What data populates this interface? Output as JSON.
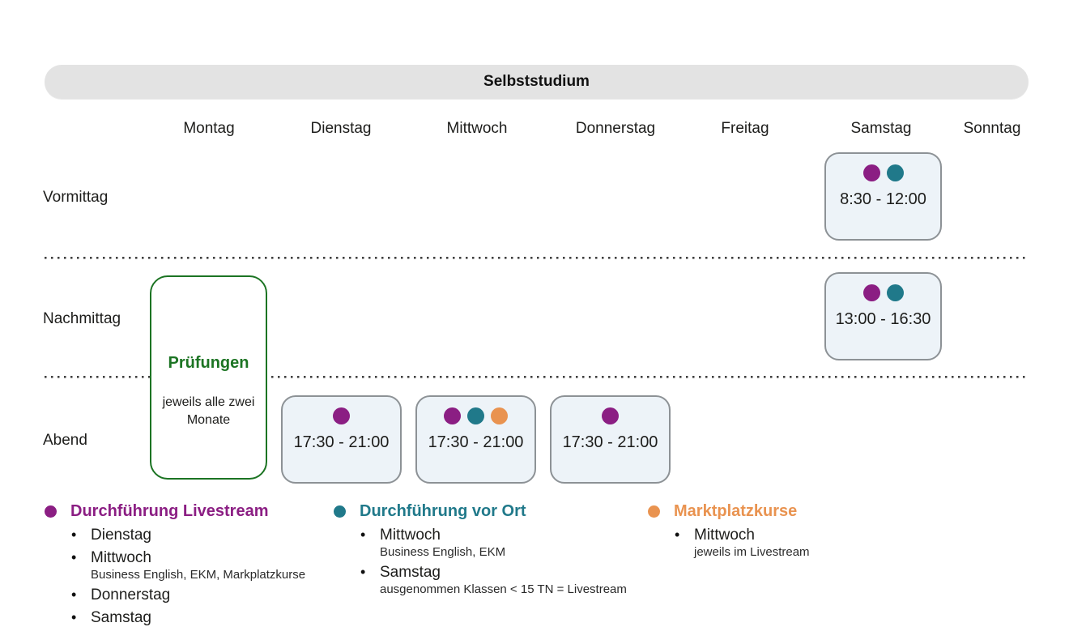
{
  "banner": {
    "title": "Selbststudium"
  },
  "days": [
    "Montag",
    "Dienstag",
    "Mittwoch",
    "Donnerstag",
    "Freitag",
    "Samstag",
    "Sonntag"
  ],
  "rows": [
    "Vormittag",
    "Nachmittag",
    "Abend"
  ],
  "events": [
    {
      "day": "Samstag",
      "slot": "Vormittag",
      "time": "8:30 - 12:00",
      "dots": [
        "livestream",
        "vorort"
      ]
    },
    {
      "day": "Samstag",
      "slot": "Nachmittag",
      "time": "13:00 - 16:30",
      "dots": [
        "livestream",
        "vorort"
      ]
    },
    {
      "day": "Dienstag",
      "slot": "Abend",
      "time": "17:30 - 21:00",
      "dots": [
        "livestream"
      ]
    },
    {
      "day": "Mittwoch",
      "slot": "Abend",
      "time": "17:30 - 21:00",
      "dots": [
        "livestream",
        "vorort",
        "marktplatz"
      ]
    },
    {
      "day": "Donnerstag",
      "slot": "Abend",
      "time": "17:30 - 21:00",
      "dots": [
        "livestream"
      ]
    }
  ],
  "exams": {
    "title": "Prüfungen",
    "note": "jeweils alle zwei Monate",
    "day": "Montag"
  },
  "legend": [
    {
      "title": "Durchführung Livestream",
      "color": "livestream",
      "items": [
        {
          "label": "Dienstag"
        },
        {
          "label": "Mittwoch",
          "note": "Business English, EKM, Markplatzkurse"
        },
        {
          "label": "Donnerstag"
        },
        {
          "label": "Samstag"
        }
      ]
    },
    {
      "title": "Durchführung vor Ort",
      "color": "vorort",
      "items": [
        {
          "label": "Mittwoch",
          "note": "Business English, EKM"
        },
        {
          "label": "Samstag",
          "note": "ausgenommen Klassen < 15 TN = Livestream"
        }
      ]
    },
    {
      "title": "Marktplatzkurse",
      "color": "marktplatz",
      "items": [
        {
          "label": "Mittwoch",
          "note": "jeweils im Livestream"
        }
      ]
    }
  ],
  "colors": {
    "livestream": "#8b1e83",
    "vorort": "#20798a",
    "marktplatz": "#e99350",
    "exam_green": "#1c7423",
    "card_fill": "#edf3f8",
    "card_border": "#8d9296",
    "banner_fill": "#e3e3e3"
  }
}
